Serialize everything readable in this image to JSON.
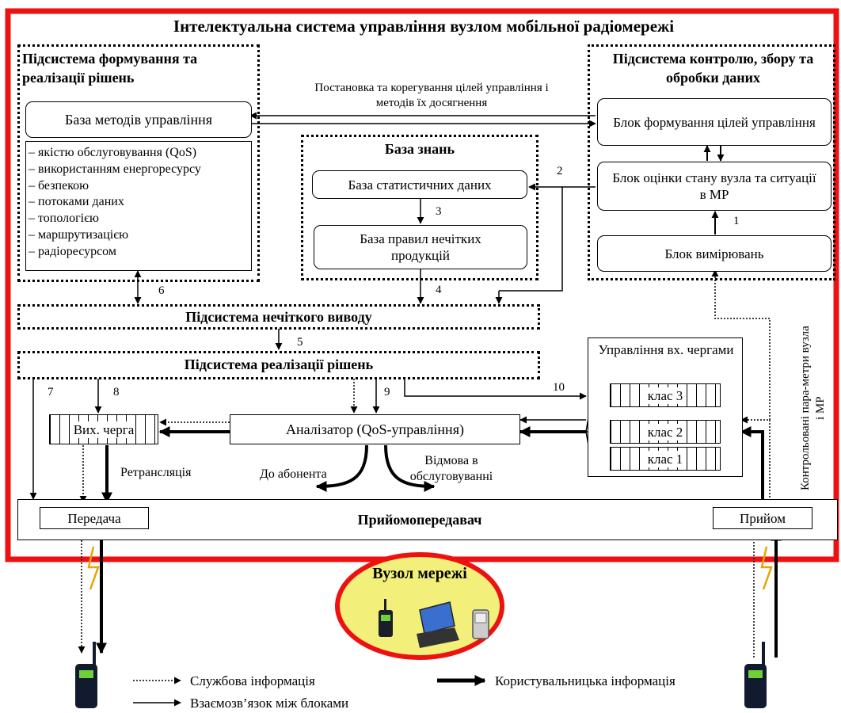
{
  "system_title": "Інтелектуальна система управління вузлом мобільної радіомережі",
  "subsystems": {
    "decision_forming": "Підсистема формування та реалізації рішень",
    "monitoring": "Підсистема контролю, збору та обробки даних",
    "fuzzy_inference": "Підсистема нечіткого виводу",
    "decision_implementation": "Підсистема реалізації рішень"
  },
  "knowledge_base": {
    "title": "База знань",
    "statistics": "База статистичних даних",
    "fuzzy_rules": "База правил нечітких продукцій"
  },
  "methods_base": {
    "title": "База методів управління",
    "items": [
      "– якістю обслуговування (QoS)",
      "– використанням енергоресурсу",
      "– безпекою",
      "– потоками даних",
      "– топологією",
      "– маршрутизацією",
      "– радіоресурсом"
    ]
  },
  "monitoring_blocks": {
    "goals": "Блок формування цілей управління",
    "assessment": "Блок оцінки стану вузла та ситуації в МР",
    "measurement": "Блок вимірювань"
  },
  "goal_setting_note": "Постановка та корегування цілей управління і методів їх досягнення",
  "queue_control": {
    "title": "Управління вх. чергами",
    "classes": [
      "клас 3",
      "клас 2",
      "клас 1"
    ]
  },
  "output_queue": "Вих. черга",
  "analyzer": "Аналізатор (QoS-управління)",
  "flows": {
    "retranslation": "Ретрансляція",
    "to_subscriber": "До абонента",
    "service_denial": "Відмова в обслуговуванні"
  },
  "controlled_params": "Контрольовані пара-метри вузла і МР",
  "transceiver": {
    "title": "Прийомопередавач",
    "transmit": "Передача",
    "receive": "Прийом"
  },
  "network_node": "Вузол мережі",
  "link_numbers": [
    "1",
    "2",
    "3",
    "4",
    "5",
    "6",
    "7",
    "8",
    "9",
    "10"
  ],
  "legend": {
    "service_info": "Службова інформація",
    "user_info": "Користувальницька інформація",
    "interconnection": "Взаємозв’язок між блоками"
  },
  "colors": {
    "frame_red": "#ee1111",
    "node_ellipse_fill": "#f2f07a",
    "line": "#000000"
  }
}
